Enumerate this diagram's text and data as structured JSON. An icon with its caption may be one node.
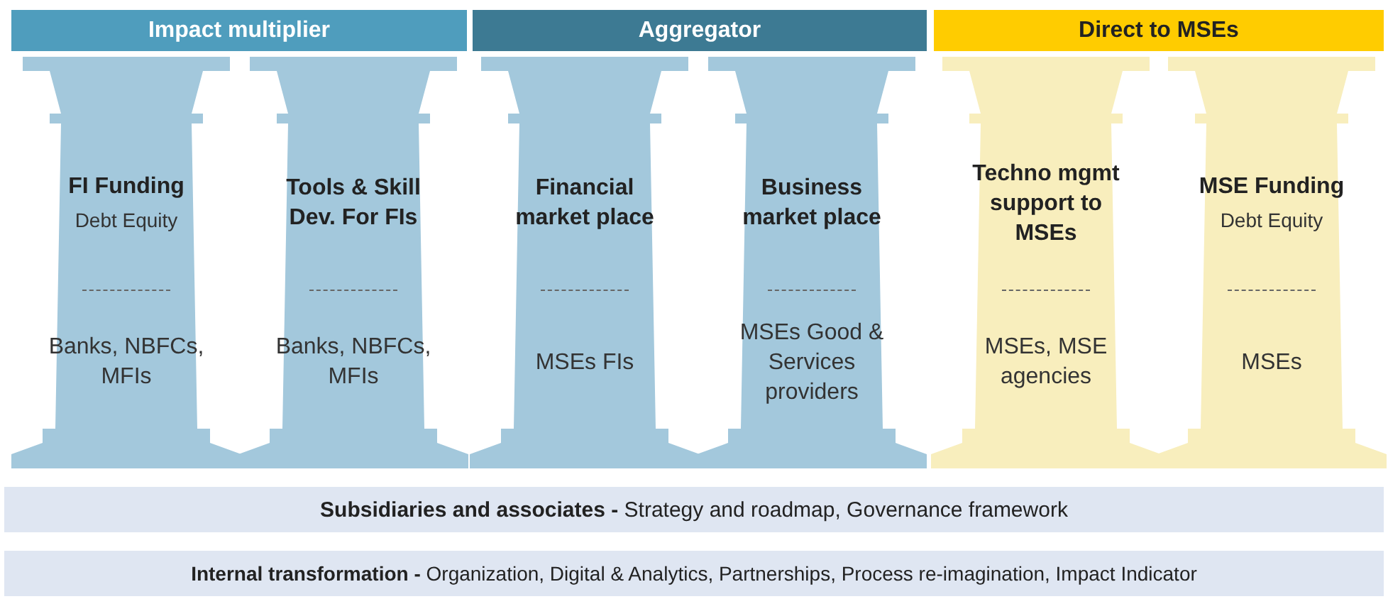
{
  "diagram": {
    "nodes": [
      {
        "text": [
          "Impact multiplier"
        ]
      },
      {
        "text": [
          "Aggregator"
        ]
      },
      {
        "text": [
          "Direct to MSEs"
        ]
      },
      {
        "text": [
          "FI Funding",
          "Debt Equity",
          "Banks, NBFCs, MFIs"
        ]
      },
      {
        "text": [
          "Tools & Skill Dev. For FIs",
          "Banks, NBFCs, MFIs"
        ]
      },
      {
        "text": [
          "Financial market place",
          "MSEs FIs"
        ]
      },
      {
        "text": [
          "Business market place",
          "MSEs Good & Services providers"
        ]
      },
      {
        "text": [
          "Techno mgmt support to MSEs",
          "MSEs, MSE agencies"
        ]
      },
      {
        "text": [
          "MSE Funding",
          "Debt Equity",
          "MSEs"
        ]
      },
      {
        "text": [
          "**Subsidiaries and associates -** Strategy and roadmap, Governance framework"
        ]
      },
      {
        "text": [
          "**Internal transformation -** Organization, Digital & Analytics, Partnerships, Process re-imagination, Impact Indicator"
        ]
      }
    ]
  }
}
